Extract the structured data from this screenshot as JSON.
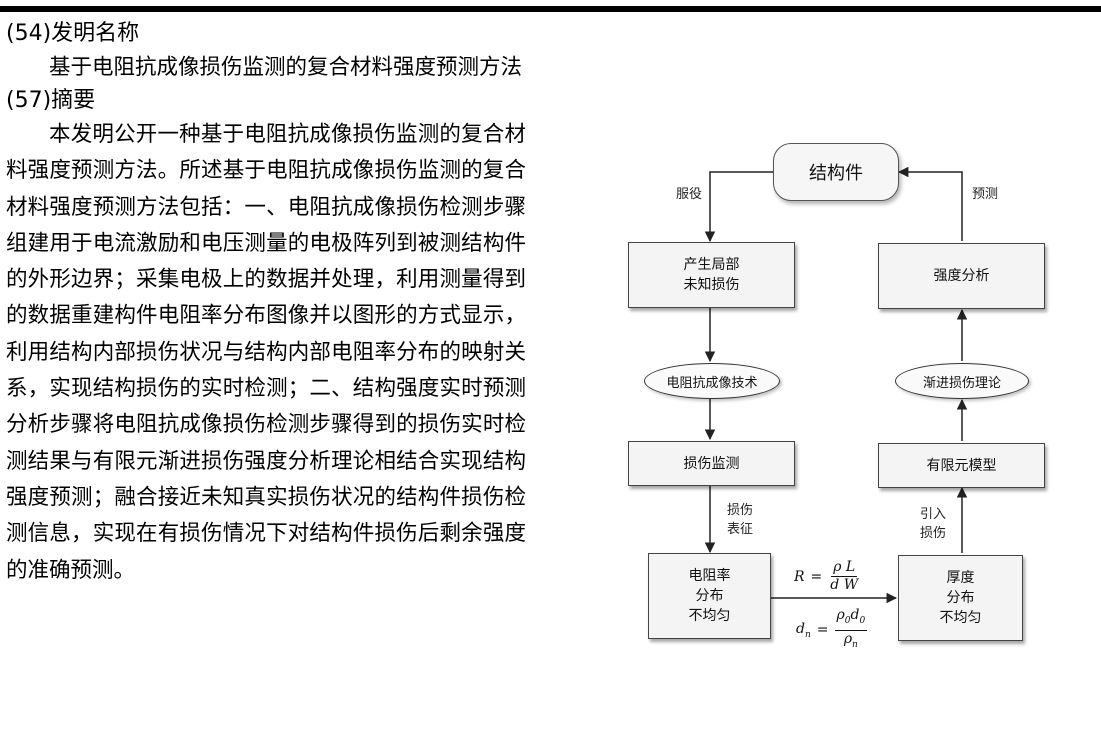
{
  "document": {
    "title_heading": "(54)发明名称",
    "title_text": "基于电阻抗成像损伤监测的复合材料强度预测方法",
    "abstract_heading": "(57)摘要",
    "abstract_text": "本发明公开一种基于电阻抗成像损伤监测的复合材料强度预测方法。所述基于电阻抗成像损伤监测的复合材料强度预测方法包括：一、电阻抗成像损伤检测步骤组建用于电流激励和电压测量的电极阵列到被测结构件的外形边界；采集电极上的数据并处理，利用测量得到的数据重建构件电阻率分布图像并以图形的方式显示，利用结构内部损伤状况与结构内部电阻率分布的映射关系，实现结构损伤的实时检测；二、结构强度实时预测分析步骤将电阻抗成像损伤检测步骤得到的损伤实时检测结果与有限元渐进损伤强度分析理论相结合实现结构强度预测；融合接近未知真实损伤状况的结构件损伤检测信息，实现在有损伤情况下对结构件损伤后剩余强度的准确预测。"
  },
  "diagram": {
    "top_node": "结构件",
    "left_top_label": "服役",
    "right_top_label": "预测",
    "box_damage_line1": "产生局部",
    "box_damage_line2": "未知损伤",
    "ellipse_eit": "电阻抗成像技术",
    "box_monitor": "损伤监测",
    "label_characterize_1": "损伤",
    "label_characterize_2": "表征",
    "box_resistivity_line1": "电阻率",
    "box_resistivity_line2": "分布",
    "box_resistivity_line3": "不均匀",
    "box_strength": "强度分析",
    "ellipse_progressive": "渐进损伤理论",
    "box_fem": "有限元模型",
    "label_introduce_1": "引入",
    "label_introduce_2": "损伤",
    "box_thickness_line1": "厚度",
    "box_thickness_line2": "分布",
    "box_thickness_line3": "不均匀",
    "formula1_lhs": "R",
    "formula1_eq": "=",
    "formula1_num": "ρ L",
    "formula1_den": "d W",
    "formula2_lhs_base": "d",
    "formula2_lhs_sub": "n",
    "formula2_eq": "=",
    "formula2_num_a": "ρ",
    "formula2_num_a_sub": "0",
    "formula2_num_b": "d",
    "formula2_num_b_sub": "0",
    "formula2_den": "ρ",
    "formula2_den_sub": "n"
  }
}
